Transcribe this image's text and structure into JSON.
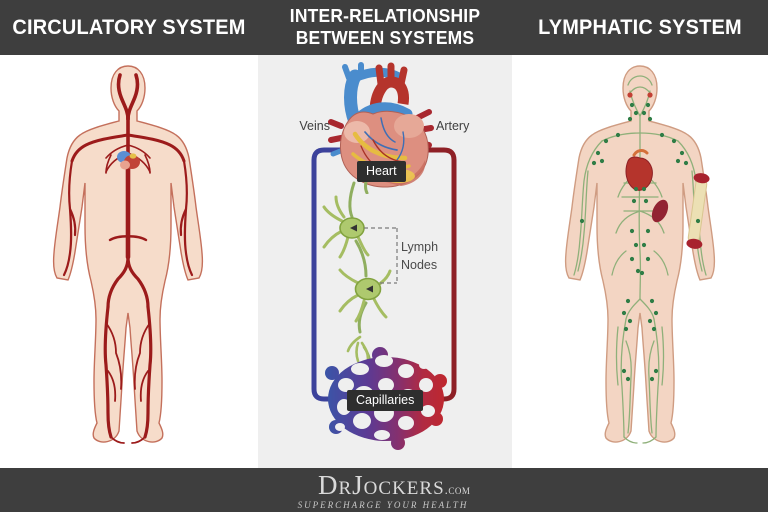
{
  "header": {
    "left_title": "CIRCULATORY SYSTEM",
    "center_title_line1": "INTER-RELATIONSHIP",
    "center_title_line2": "BETWEEN SYSTEMS",
    "right_title": "LYMPHATIC SYSTEM"
  },
  "diagram": {
    "veins_label": "Veins",
    "artery_label": "Artery",
    "heart_label": "Heart",
    "lymph_nodes_label": "Lymph Nodes",
    "capillaries_label": "Capillaries"
  },
  "footer": {
    "brand": "DrJockers",
    "brand_suffix": ".com",
    "tagline": "SUPERCHARGE YOUR HEALTH"
  },
  "colors": {
    "header_bg": "#3e3e3e",
    "center_panel_bg": "#efefef",
    "vein_blue": "#3c429b",
    "artery_red": "#8e2026",
    "capillary_blue": "#3a55a8",
    "capillary_purple": "#6a3a8c",
    "capillary_red": "#c0272d",
    "lymph_node_green": "#aec96e",
    "lymph_vessel_green": "#8fae5f",
    "body_node_green": "#2f7d46",
    "artery_tree_red": "#9c1b1b",
    "skin_left": "#f6dcca",
    "skin_right": "#f3d5c3",
    "label_box_bg": "#2e2e2e"
  }
}
